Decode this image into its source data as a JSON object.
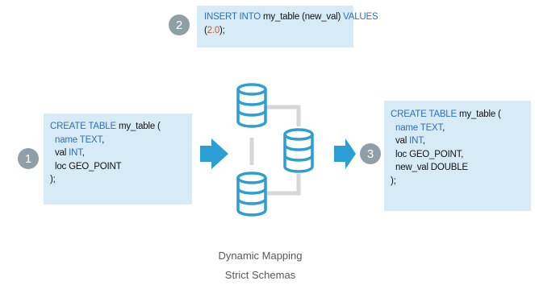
{
  "steps": {
    "one": "1",
    "two": "2",
    "three": "3"
  },
  "box_insert": {
    "line1": {
      "kw1": "INSERT INTO",
      "text1": " my_table (new_val) ",
      "kw2": "VALUES"
    },
    "line2": {
      "open": "(",
      "num": "2.0",
      "close": ");"
    }
  },
  "box_create_left": {
    "line1": {
      "kw": "CREATE TABLE",
      "text": " my_table ("
    },
    "line2": {
      "indent": "  ",
      "kw": "name TEXT",
      "text": ","
    },
    "line3": {
      "indent": "  ",
      "text": "val ",
      "kw": "INT",
      "text2": ","
    },
    "line4": {
      "indent": "  ",
      "text": "loc GEO_POINT"
    },
    "line5": {
      "text": ");"
    }
  },
  "box_create_right": {
    "line1": {
      "kw": "CREATE TABLE",
      "text": " my_table ("
    },
    "line2": {
      "indent": "  ",
      "kw": "name TEXT",
      "text": ","
    },
    "line3": {
      "indent": "  ",
      "text": "val ",
      "kw": "INT",
      "text2": ","
    },
    "line4": {
      "indent": "  ",
      "text": "loc GEO_POINT,"
    },
    "line5": {
      "indent": "  ",
      "text": "new_val DOUBLE"
    },
    "line6": {
      "text": ");"
    }
  },
  "captions": {
    "line1": "Dynamic Mapping",
    "line2": "Strict Schemas"
  },
  "colors": {
    "accent_blue": "#2b9ed6",
    "keyword_blue": "#2e6fb7",
    "number_orange": "#c65a2f",
    "box_fill": "#d7ebf6",
    "connector_gray": "#d6d6d6",
    "step_gray": "#8f9fa8"
  },
  "icons": {
    "database": "database-icon",
    "arrow": "arrow-right-icon"
  }
}
